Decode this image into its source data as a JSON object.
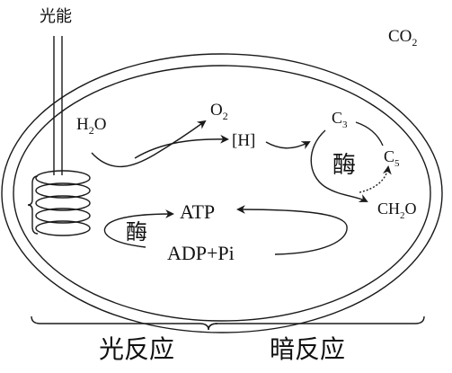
{
  "labels": {
    "light_energy": "光能",
    "co2": "CO",
    "co2_sub": "2",
    "h2o": "H",
    "h2o_sub": "2",
    "h2o_o": "O",
    "o2": "O",
    "o2_sub": "2",
    "nadph": "[H]",
    "c3": "C",
    "c3_sub": "3",
    "c5": "C",
    "c5_sub": "5",
    "enzyme_dark": "酶",
    "ch2o": "CH",
    "ch2o_sub": "2",
    "ch2o_o": "O",
    "atp": "ATP",
    "enzyme_light": "酶",
    "adp_pi": "ADP+Pi",
    "light_reaction": "光反应",
    "dark_reaction": "暗反应"
  },
  "colors": {
    "stroke": "#1a1a1a",
    "text": "#111111",
    "background": "#ffffff"
  }
}
